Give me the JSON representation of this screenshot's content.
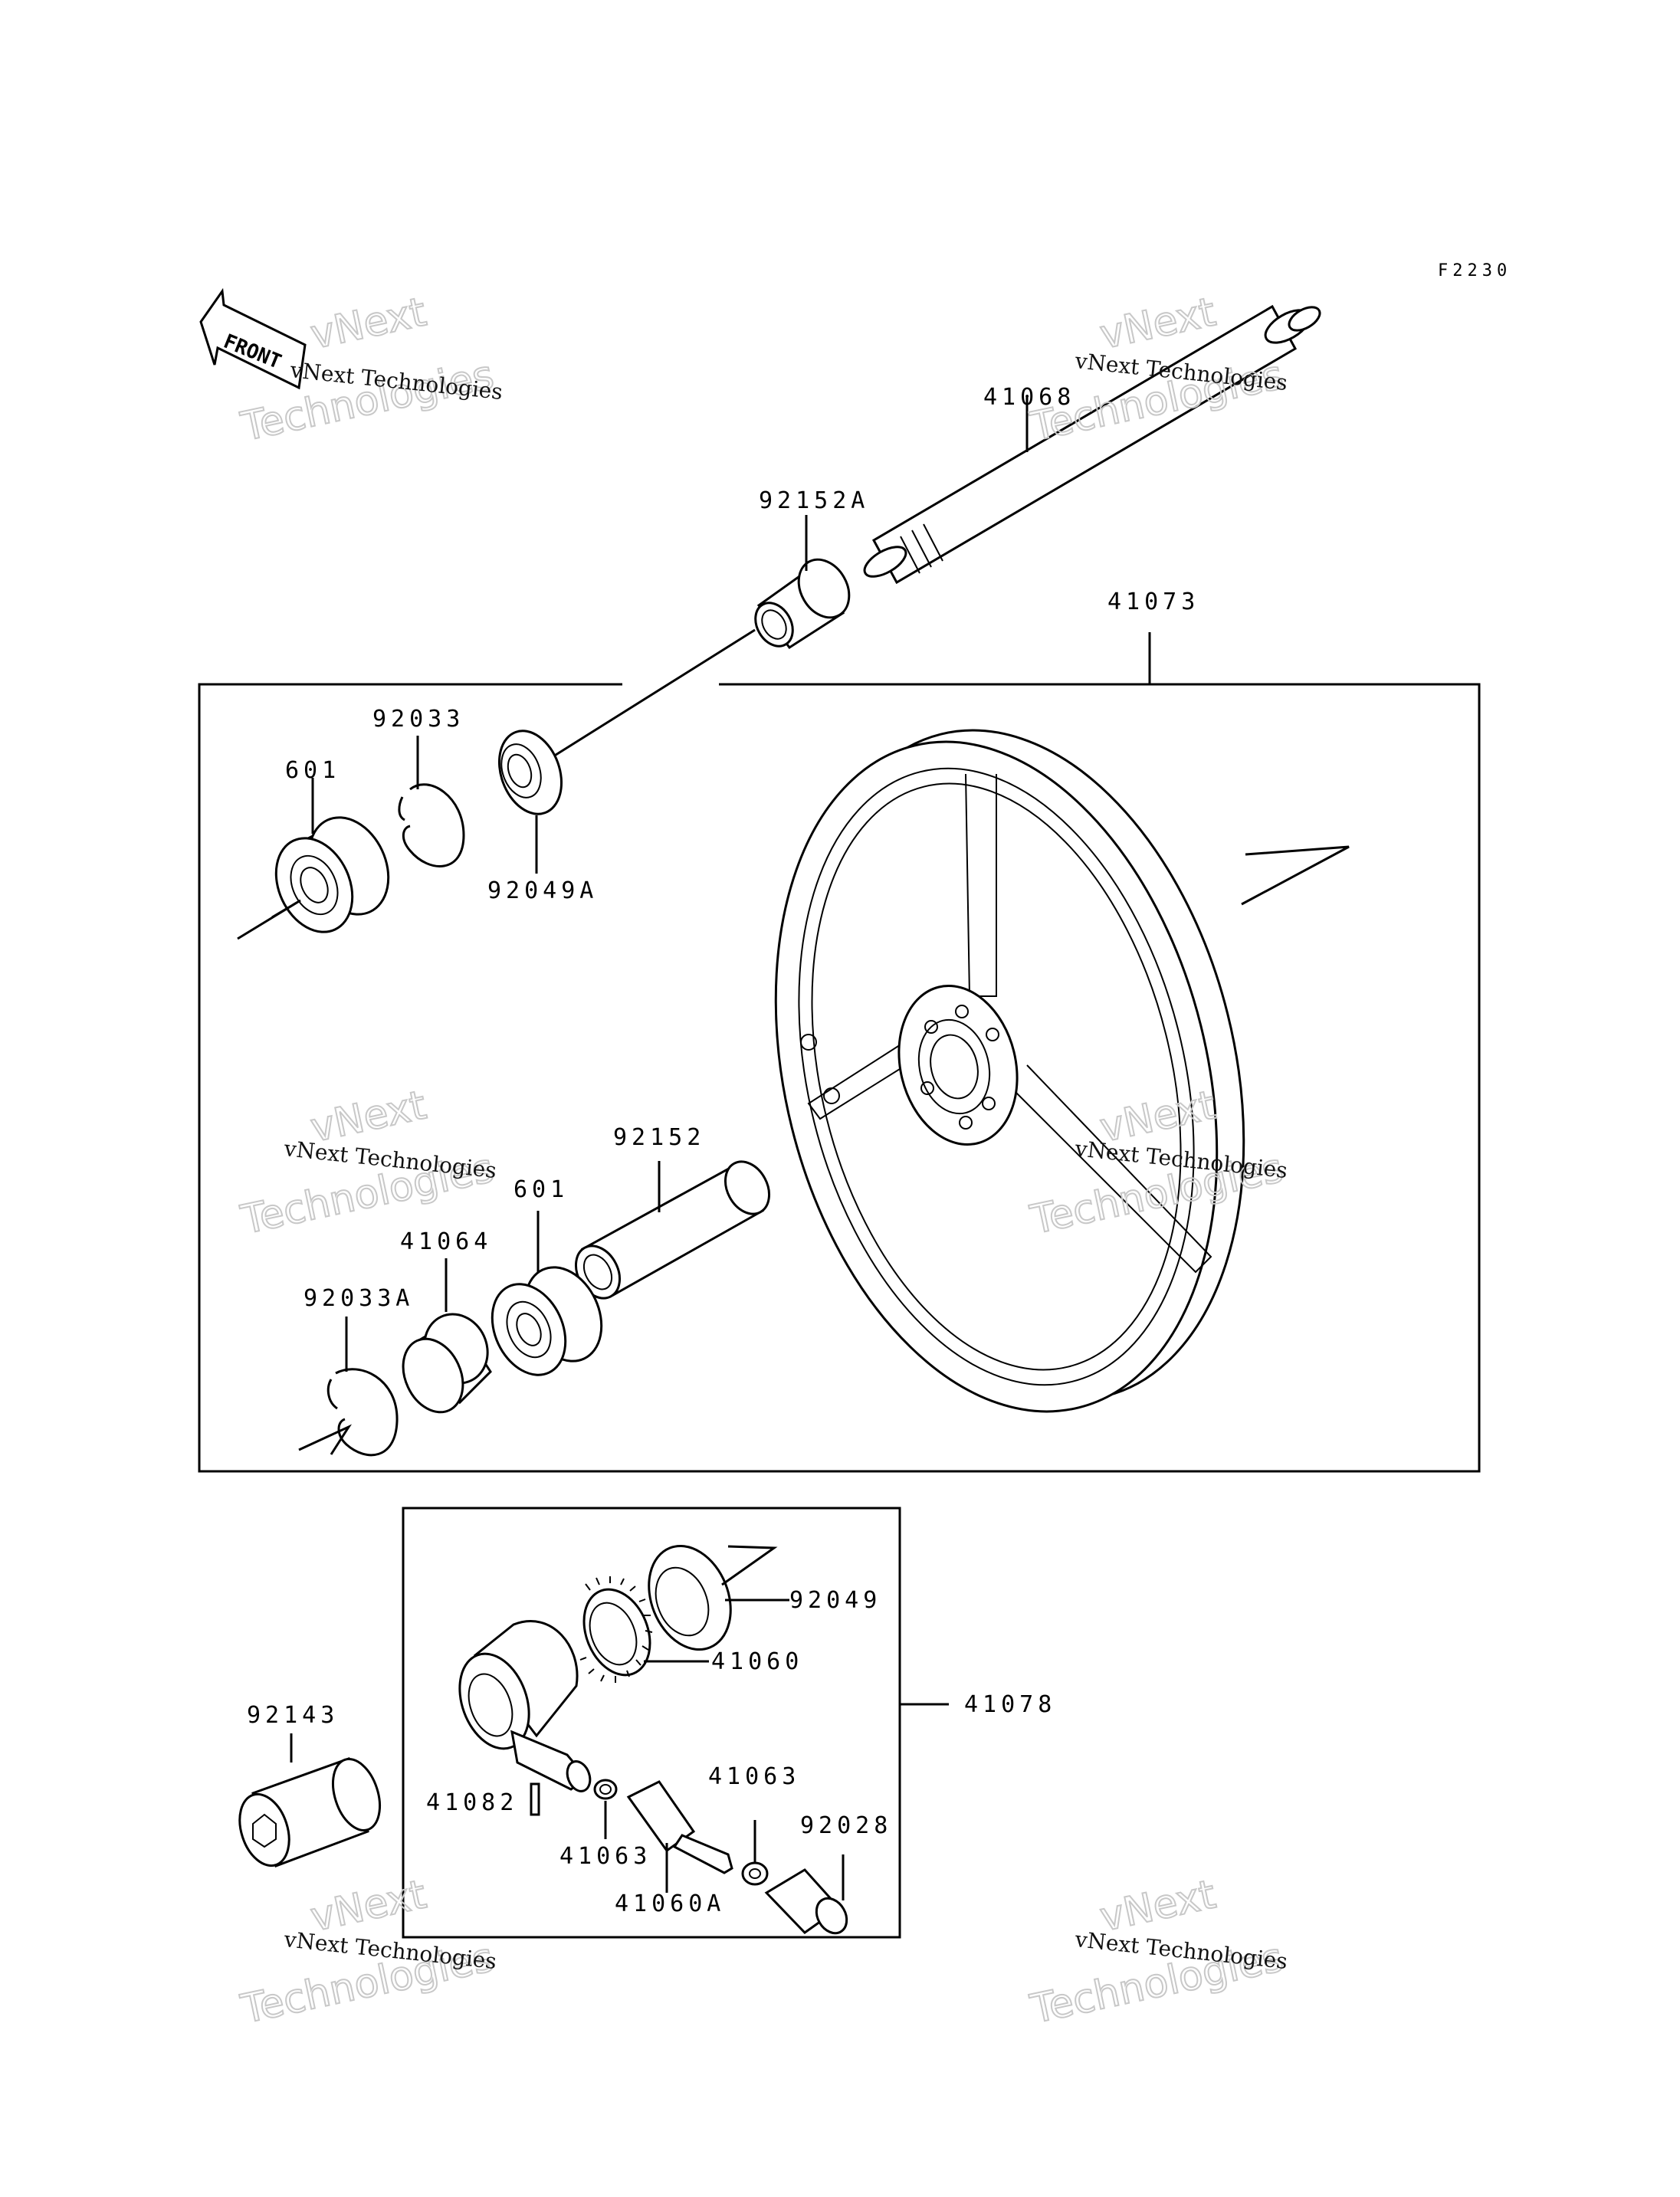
{
  "diagram_code": "F2230",
  "front_arrow_label": "FRONT",
  "watermark": {
    "line1": "vNext Technologies",
    "big_top": "vNext",
    "big_bottom": "Technologies"
  },
  "parts": {
    "p41068": "41068",
    "p92152A": "92152A",
    "p41073": "41073",
    "p92033": "92033",
    "p601_top": "601",
    "p92049A": "92049A",
    "p92152": "92152",
    "p601_bottom": "601",
    "p41064": "41064",
    "p92033A": "92033A",
    "p92049": "92049",
    "p41060": "41060",
    "p41078": "41078",
    "p92143": "92143",
    "p41063_right": "41063",
    "p41082": "41082",
    "p92028": "92028",
    "p41063_left": "41063",
    "p41060A": "41060A"
  }
}
